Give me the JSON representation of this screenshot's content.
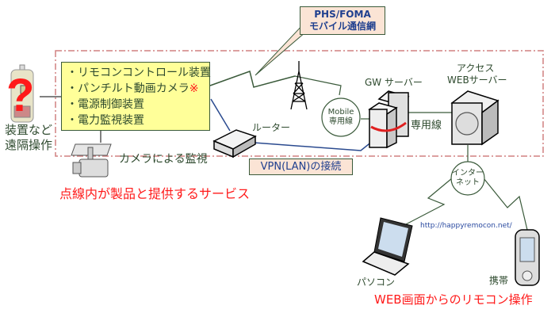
{
  "device": {
    "label_line1": "装置など",
    "label_line2": "遠隔操作"
  },
  "features": {
    "items": [
      "・リモコンコントロール装置",
      "・パンチルト動画カメラ",
      "・電源制御装置",
      "・電力監視装置"
    ],
    "note_mark": "※"
  },
  "camera": {
    "label": "カメラによる監視"
  },
  "router": {
    "label": "ルーター"
  },
  "vpn": {
    "label": "VPN(LAN)の接続"
  },
  "mobile_network": {
    "line1": "PHS/FOMA",
    "line2": "モバイル通信網"
  },
  "mobile_line": {
    "line1": "Mobile",
    "line2": "専用線"
  },
  "gw_server": {
    "label": "GW サーバー"
  },
  "dedicated_line": {
    "label": "専用線"
  },
  "web_server": {
    "line1": "アクセス",
    "line2": "WEBサーバー"
  },
  "internet": {
    "line1": "インター",
    "line2": "ネット"
  },
  "url": "http://happyremocon.net/",
  "pc": {
    "label": "パソコン"
  },
  "mobile_phone": {
    "label": "携帯"
  },
  "boundary_caption": "点線内が製品と提供するサービス",
  "web_caption": "WEB画面からのリモコン操作",
  "colors": {
    "accent_red": "#ff1a1a",
    "line_green": "#3a5a3a",
    "line_blue": "#2a4a8f",
    "feature_fill": "#ffff99",
    "callout_fill": "#fbe4d5",
    "boundary": "#d08080"
  }
}
